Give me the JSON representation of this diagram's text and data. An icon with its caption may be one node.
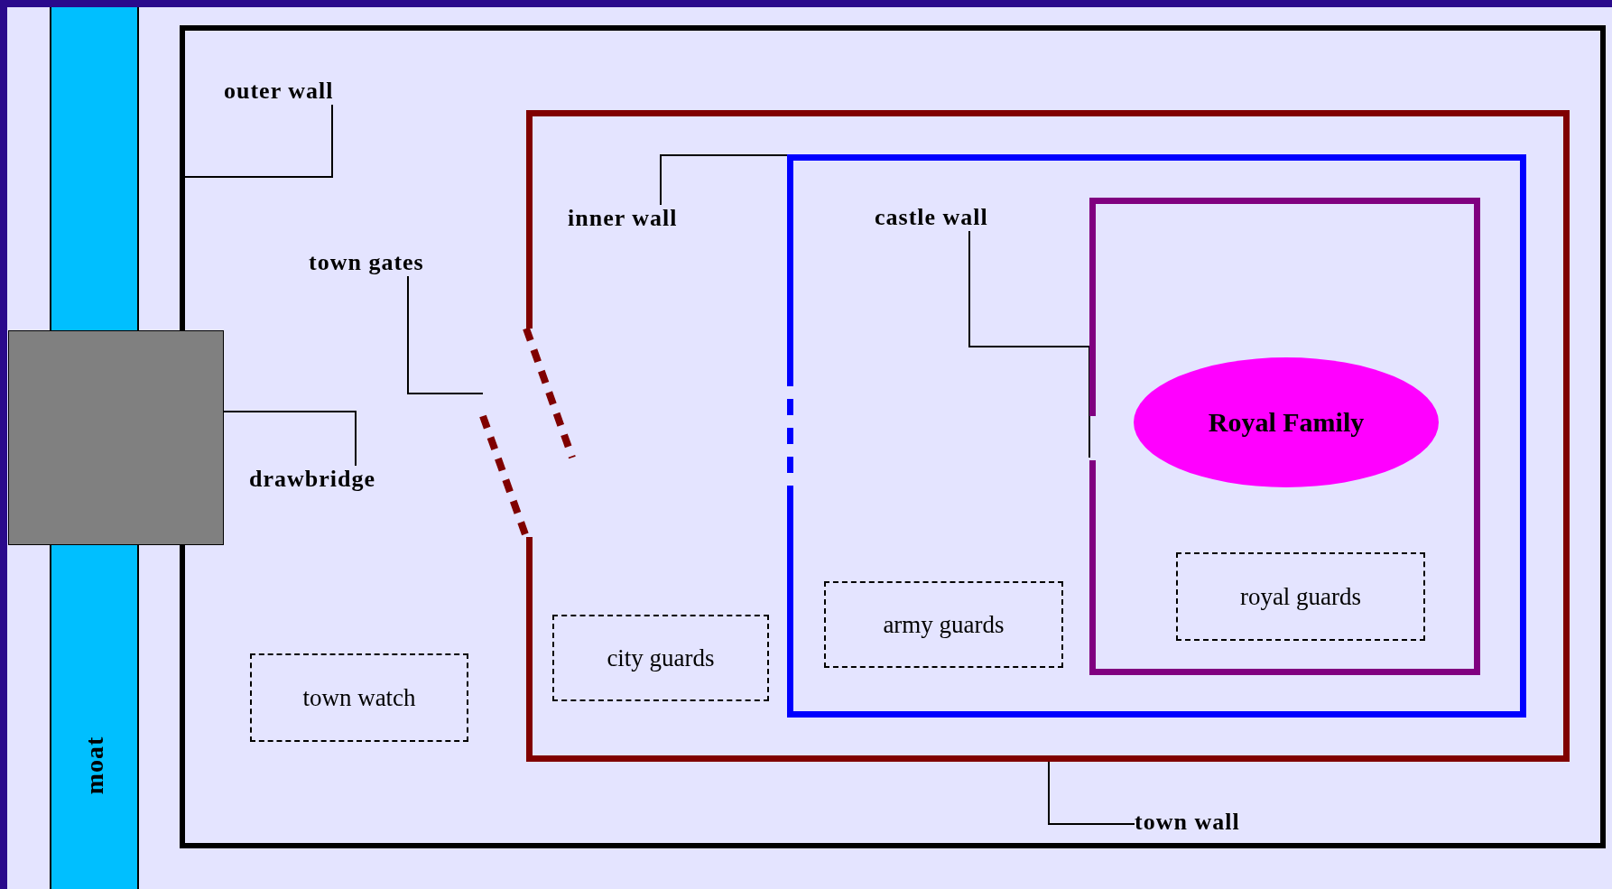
{
  "diagram": {
    "nodes": [
      {
        "text": [
          "moat"
        ]
      },
      {
        "text": [],
        "shape": "box"
      },
      {
        "text": [
          "outer wall"
        ],
        "in": 1
      },
      {
        "text": [],
        "shape": "box"
      },
      {
        "text": [
          "drawbridge"
        ],
        "in": 1
      },
      {
        "text": [],
        "shape": "box",
        "in": 1
      },
      {
        "text": [
          "town wall"
        ],
        "in": 1
      },
      {
        "text": [
          "town gates"
        ],
        "in": 1
      },
      {
        "text": [],
        "shape": "bar",
        "in": 1
      },
      {
        "text": [
          "town watch"
        ],
        "in": 1
      },
      {
        "text": [
          "inner wall"
        ],
        "in": 5
      },
      {
        "text": [],
        "shape": "box",
        "in": 5
      },
      {
        "text": [
          "city guards"
        ],
        "in": 5
      },
      {
        "text": [
          "castle wall"
        ],
        "in": 11
      },
      {
        "text": [],
        "shape": "box",
        "in": 11
      },
      {
        "text": [
          "army guards"
        ],
        "in": 11
      },
      {
        "text": [
          "Royal Family"
        ],
        "in": 14
      },
      {
        "text": [
          "royal guards"
        ],
        "in": 14
      },
      {
        "text": [],
        "shape": "band"
      }
    ],
    "edges": [
      {
        "from": 2,
        "to": 1,
        "arrow": "none"
      },
      {
        "from": 4,
        "to": 3,
        "arrow": "none"
      },
      {
        "from": 7,
        "to": 8,
        "arrow": "none"
      },
      {
        "from": 10,
        "to": 11,
        "arrow": "none"
      },
      {
        "from": 13,
        "to": 14,
        "arrow": "none"
      },
      {
        "from": 6,
        "to": 5,
        "arrow": "none"
      }
    ]
  }
}
